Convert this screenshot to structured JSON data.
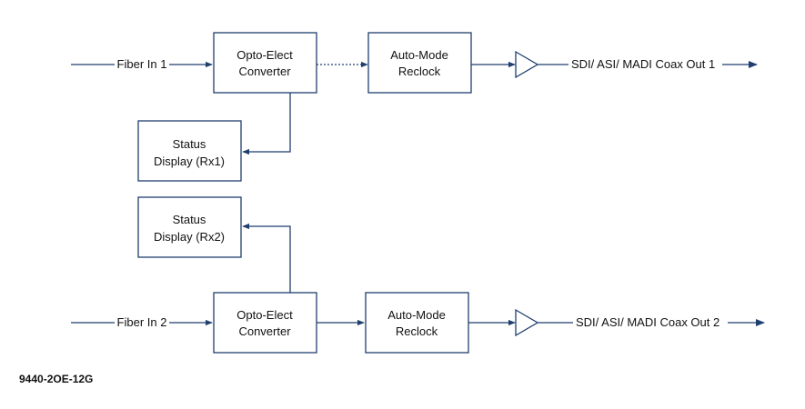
{
  "model_label": "9440-2OE-12G",
  "colors": {
    "line": "#1f3f6e",
    "text": "#111111"
  },
  "channel1": {
    "input_label": "Fiber In 1",
    "converter": {
      "line1": "Opto-Elect",
      "line2": "Converter"
    },
    "reclock": {
      "line1": "Auto-Mode",
      "line2": "Reclock"
    },
    "output_label": "SDI/ ASI/ MADI Coax Out 1",
    "status": {
      "line1": "Status",
      "line2": "Display (Rx1)"
    }
  },
  "channel2": {
    "input_label": "Fiber In 2",
    "converter": {
      "line1": "Opto-Elect",
      "line2": "Converter"
    },
    "reclock": {
      "line1": "Auto-Mode",
      "line2": "Reclock"
    },
    "output_label": "SDI/ ASI/ MADI Coax Out 2",
    "status": {
      "line1": "Status",
      "line2": "Display (Rx2)"
    }
  }
}
